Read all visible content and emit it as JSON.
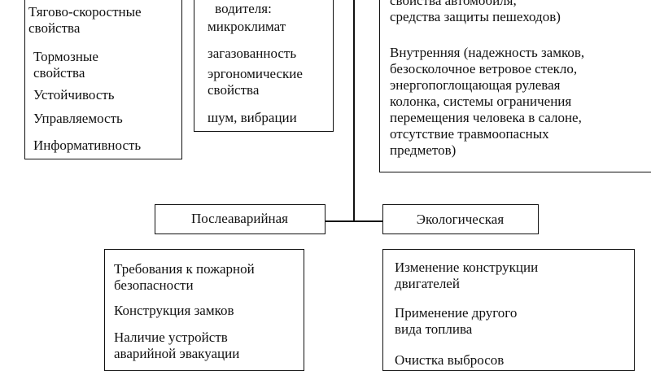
{
  "active_box": {
    "items": [
      "Тягово-скоростные\nсвойства",
      "Тормозные\nсвойства",
      "Устойчивость",
      "Управляемость",
      "Информативность"
    ]
  },
  "driver_box": {
    "heading_tail": "водителя:",
    "items": [
      "микроклимат",
      "загазованность",
      "эргономические\nсвойства",
      "шум, вибрации"
    ]
  },
  "passive_box": {
    "external_tail": "свойства автомобиля,\nсредства защиты пешеходов)",
    "internal": "Внутренняя (надежность замков,\nбезосколочное ветровое стекло,\nэнергопоглощающая рулевая\nколонка, системы ограничения\nперемещения человека в салоне,\nотсутствие травмоопасных\nпредметов)"
  },
  "post_accident": {
    "label": "Послеаварийная",
    "items": [
      "Требования к пожарной\nбезопасности",
      "Конструкция замков",
      "Наличие устройств\nаварийной эвакуации"
    ]
  },
  "ecological": {
    "label": "Экологическая",
    "items": [
      "Изменение конструкции\nдвигателей",
      "Применение другого\nвида топлива",
      "Очистка выбросов"
    ]
  }
}
